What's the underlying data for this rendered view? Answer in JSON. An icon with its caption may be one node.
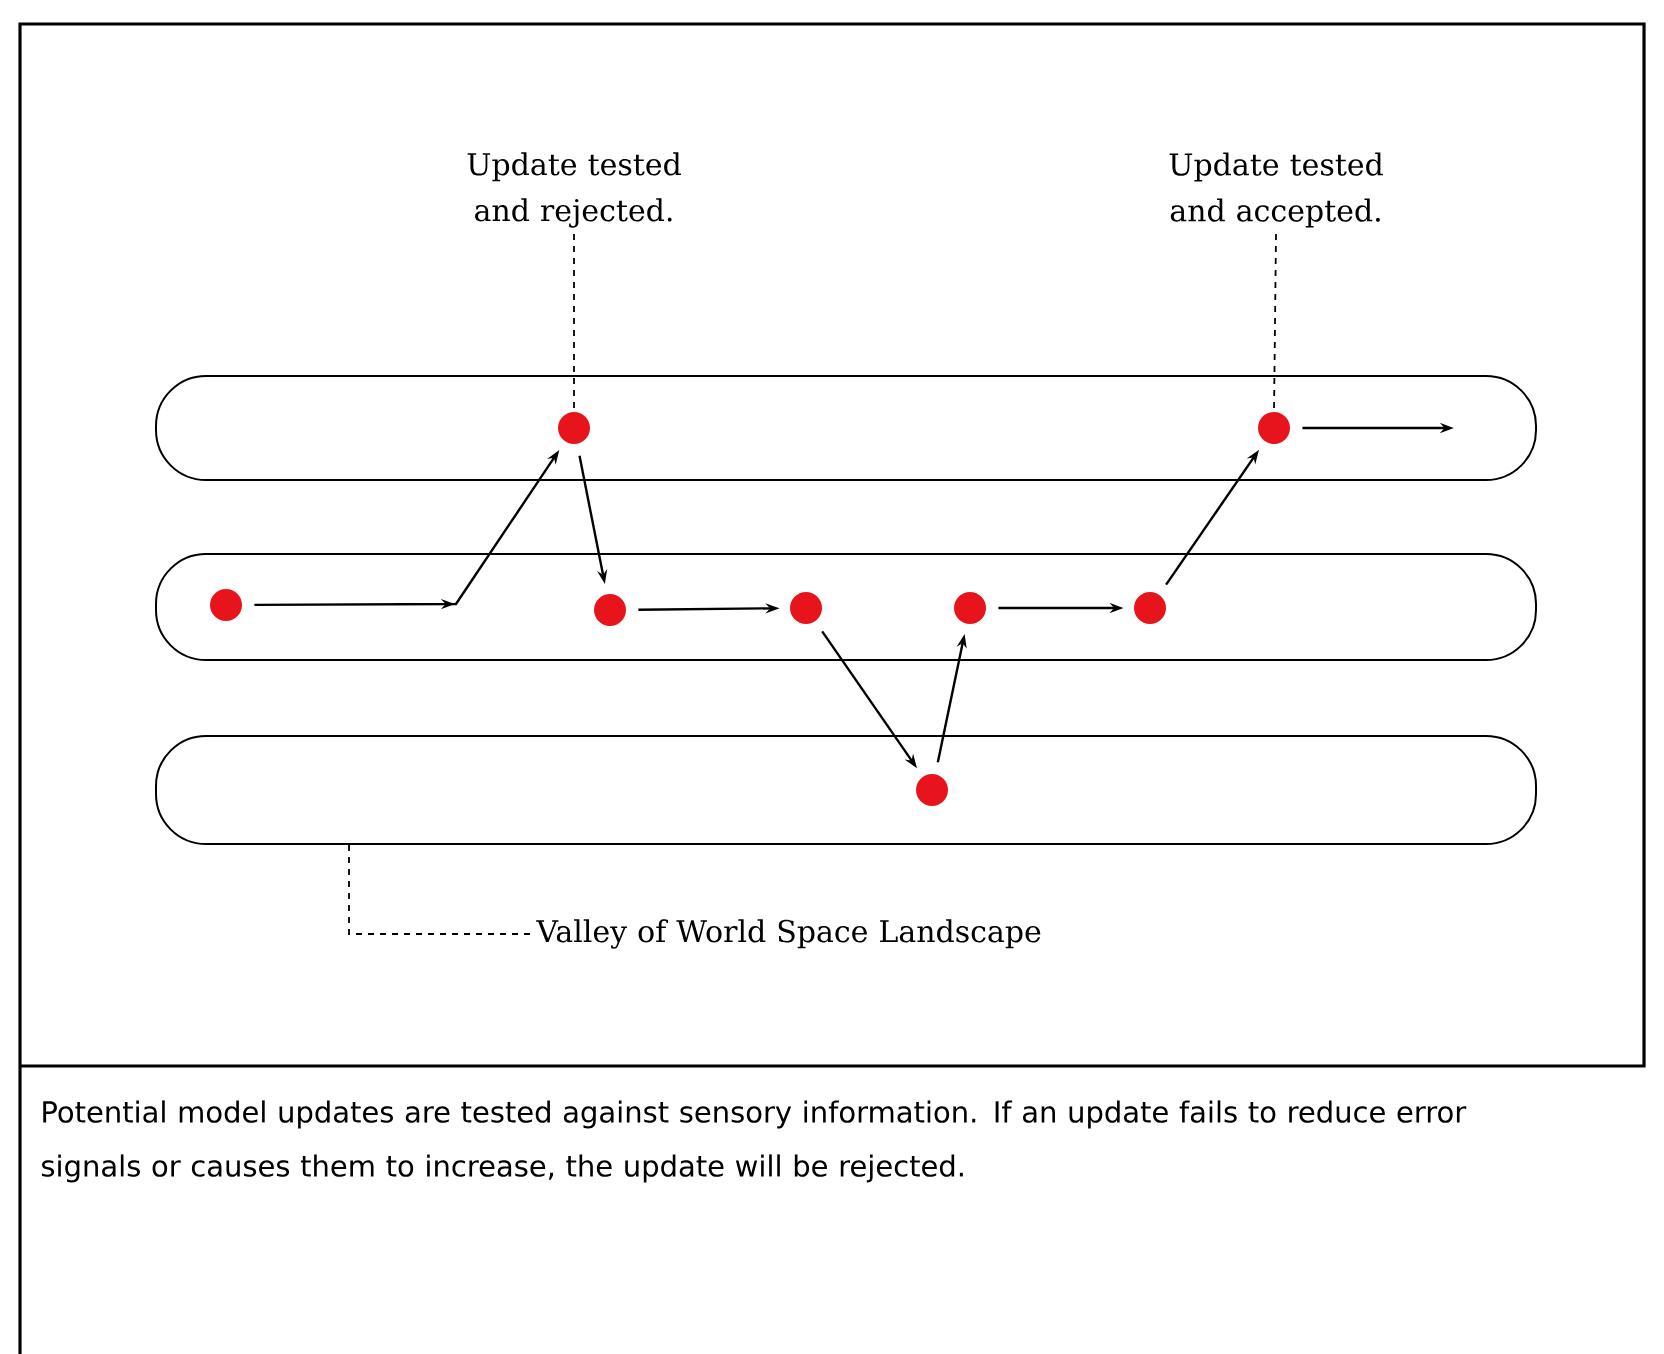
{
  "diagram": {
    "nodes": [
      {
        "text": [
          "Update tested and rejected."
        ]
      },
      {
        "text": [
          "Update tested and accepted."
        ]
      },
      {
        "text": [],
        "shape": "box"
      },
      {
        "text": [],
        "shape": "circle",
        "in": 2
      },
      {
        "text": [],
        "shape": "circle",
        "in": 2
      },
      {
        "text": [],
        "shape": "box"
      },
      {
        "text": [],
        "shape": "circle",
        "in": 5
      },
      {
        "text": [],
        "shape": "circle",
        "in": 5
      },
      {
        "text": [],
        "shape": "circle",
        "in": 5
      },
      {
        "text": [],
        "shape": "circle",
        "in": 5
      },
      {
        "text": [],
        "shape": "circle",
        "in": 5
      },
      {
        "text": [],
        "shape": "box"
      },
      {
        "text": [],
        "shape": "circle",
        "in": 11
      },
      {
        "text": [
          "Valley of World Space Landscape"
        ]
      }
    ],
    "edges": [
      {
        "from": 0,
        "to": 3,
        "arrow": "none",
        "style": "dashed"
      },
      {
        "from": 1,
        "to": 4,
        "arrow": "none",
        "style": "dashed"
      },
      {
        "from": 6,
        "to": 3,
        "arrow": "to"
      },
      {
        "from": 3,
        "to": 7,
        "arrow": "to"
      },
      {
        "from": 7,
        "to": 8,
        "arrow": "to"
      },
      {
        "from": 8,
        "to": 12,
        "arrow": "to"
      },
      {
        "from": 12,
        "to": 9,
        "arrow": "to"
      },
      {
        "from": 9,
        "to": 10,
        "arrow": "to"
      },
      {
        "from": 10,
        "to": 4,
        "arrow": "to"
      },
      {
        "from": 4,
        "to": null,
        "arrow": "to"
      },
      {
        "from": 13,
        "to": 11,
        "arrow": "none",
        "style": "dashed"
      }
    ],
    "caption": "Potential model updates are tested against sensory information. If an update fails to reduce error signals or causes them to increase, the update will be rejected."
  }
}
